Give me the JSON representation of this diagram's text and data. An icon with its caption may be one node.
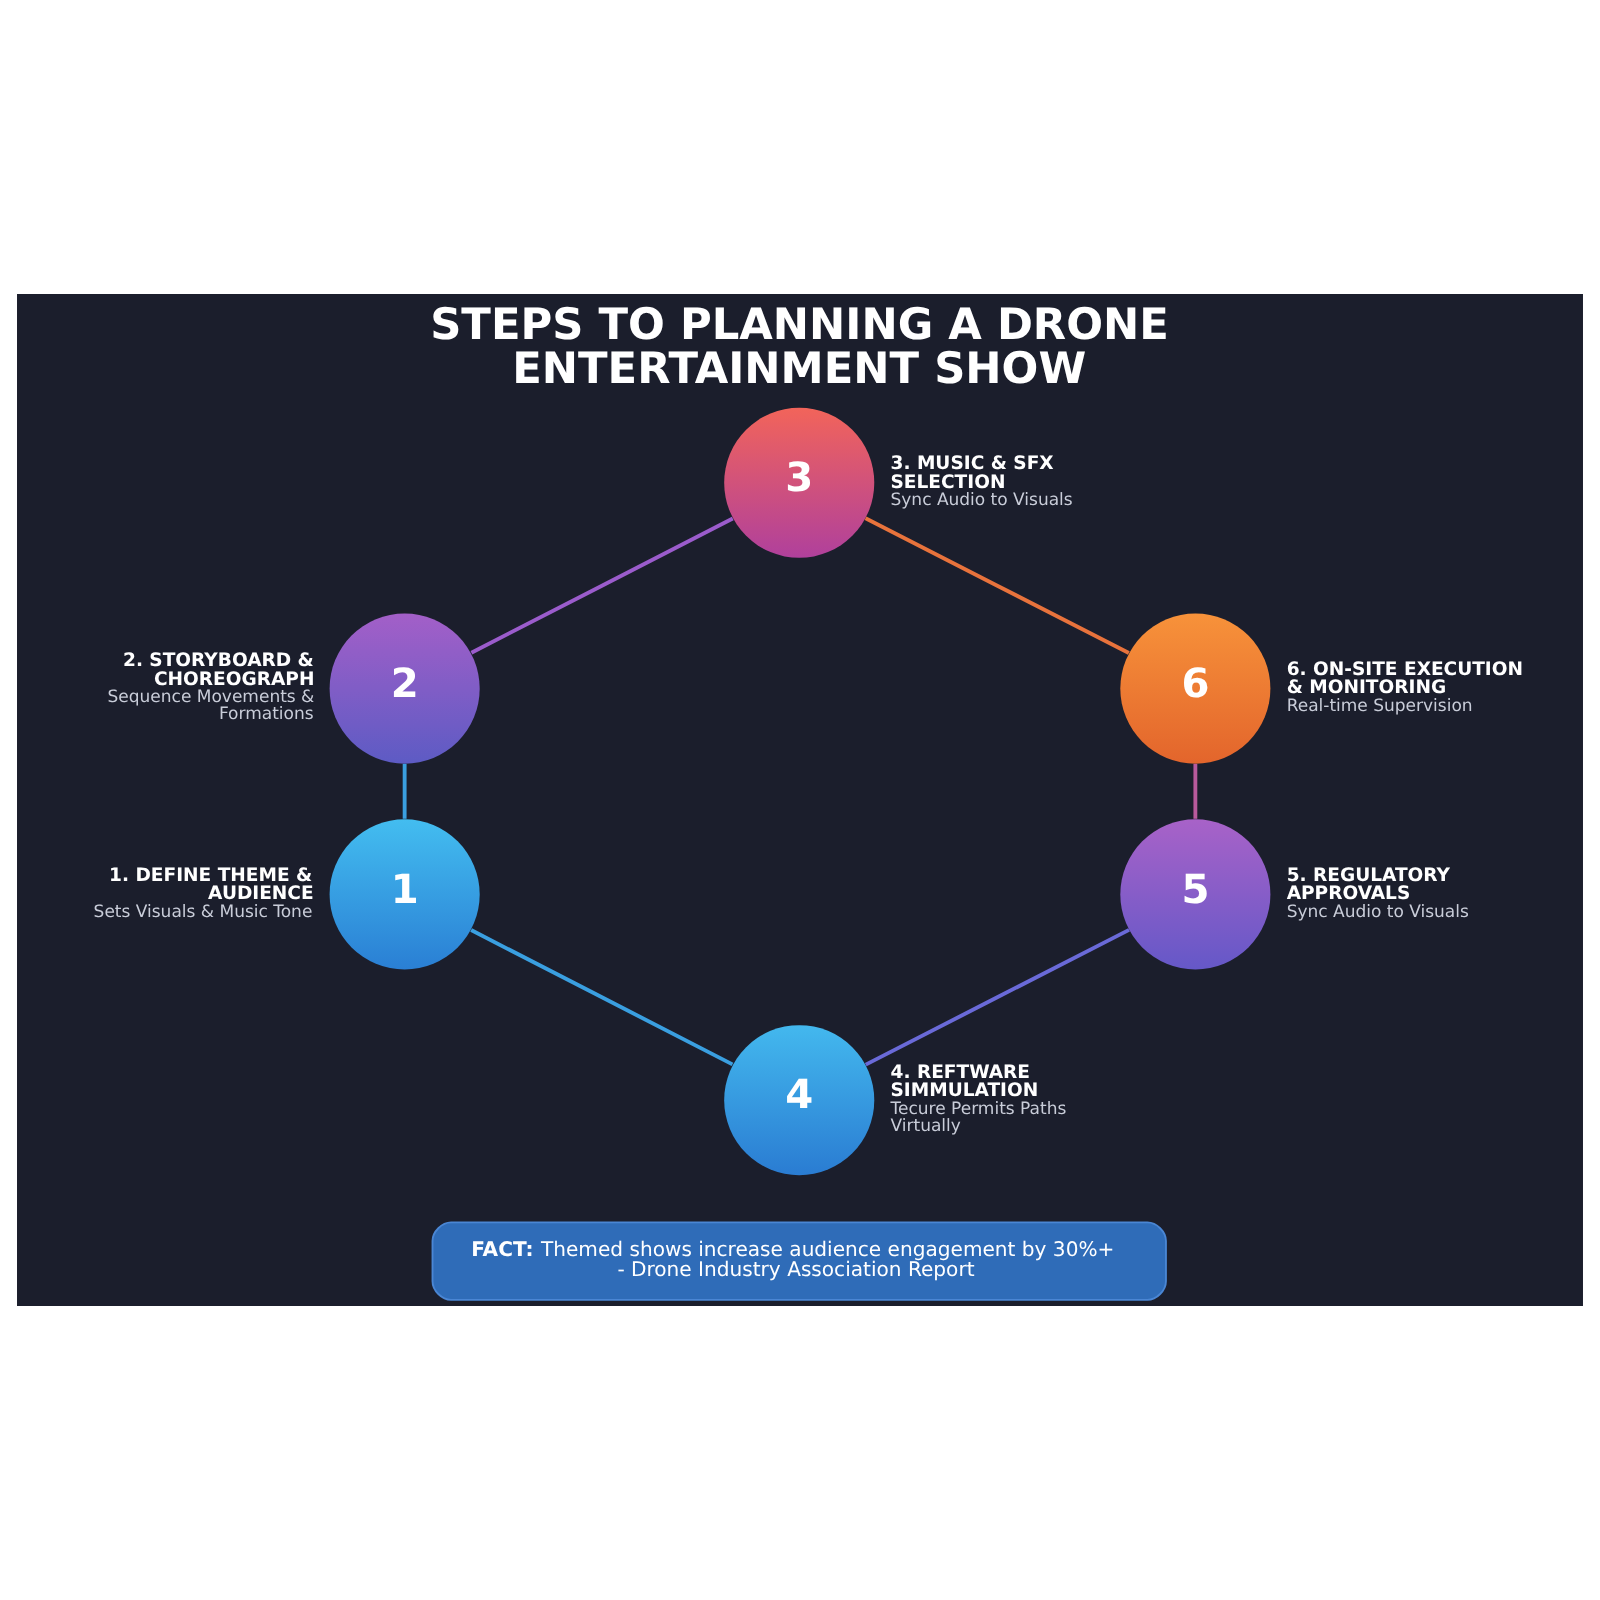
{
  "diagram": {
    "title": "STEPS TO PLANNING A DRONE ENTERTAINMENT SHOW",
    "nodes": [
      {
        "text": [
          "1"
        ],
        "beside": [
          "1. DEFINE THEME & AUDIENCE",
          "Sets Visuals & Music Tone"
        ]
      },
      {
        "text": [
          "2"
        ],
        "beside": [
          "2. STORYBOARD & CHOREOGRAPH",
          "Sequence Movements & Formations"
        ]
      },
      {
        "text": [
          "3"
        ],
        "beside": [
          "3. MUSIC & SFX SELECTION",
          "Sync Audio to Visuals"
        ]
      },
      {
        "text": [
          "4"
        ],
        "beside": [
          "4. REFTWARE SIMMULATION",
          "Tecure Permits Paths Virtually"
        ]
      },
      {
        "text": [
          "5"
        ],
        "beside": [
          "5. REGULATORY APPROVALS",
          "Sync Audio to Visuals"
        ]
      },
      {
        "text": [
          "6"
        ],
        "beside": [
          "6. ON-SITE EXECUTION & MONITORING",
          "Real-time Supervision"
        ]
      },
      {
        "text": [
          "**FACT:** Themed shows increase audience engagement by 30%+",
          "- Drone Industry Association Report"
        ]
      }
    ],
    "edges": [
      {
        "from": 1,
        "to": 0,
        "arrow": "none"
      },
      {
        "from": 2,
        "to": 1,
        "arrow": "none",
        "color": "#9b5ccc"
      },
      {
        "from": 2,
        "to": 5,
        "arrow": "none",
        "color": "#e8733c"
      },
      {
        "from": 5,
        "to": 4,
        "arrow": "none",
        "color": "#b85a9c"
      },
      {
        "from": 4,
        "to": 3,
        "arrow": "none",
        "color": "#6a6ad8"
      },
      {
        "from": 0,
        "to": 3,
        "arrow": "none"
      }
    ]
  }
}
